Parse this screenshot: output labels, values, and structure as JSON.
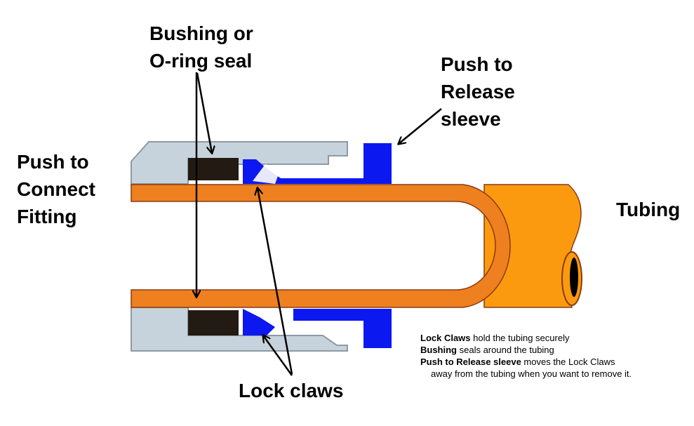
{
  "labels": {
    "bushing": [
      "Bushing or",
      "O-ring seal"
    ],
    "release": [
      "Push to",
      "Release",
      "sleeve"
    ],
    "fitting": [
      "Push to",
      "Connect",
      "Fitting"
    ],
    "tubing": "Tubing",
    "claws": "Lock claws"
  },
  "legend": [
    {
      "term": "Lock Claws",
      "text": " hold the tubing securely"
    },
    {
      "term": "Bushing",
      "text": " seals around the tubing"
    },
    {
      "term": "Push to Release sleeve",
      "text": " moves the Lock Claws"
    },
    {
      "term": "",
      "text": "away from the tubing when you want to remove it."
    }
  ],
  "colors": {
    "body": "#c7d3dc",
    "body_edge": "#8e9aa3",
    "tube": "#ef801f",
    "tube_outer": "#fb9a0e",
    "tube_edge": "#8a3a12",
    "sleeve": "#0c18f0",
    "seal": "#231a14",
    "arrow": "#000000"
  }
}
